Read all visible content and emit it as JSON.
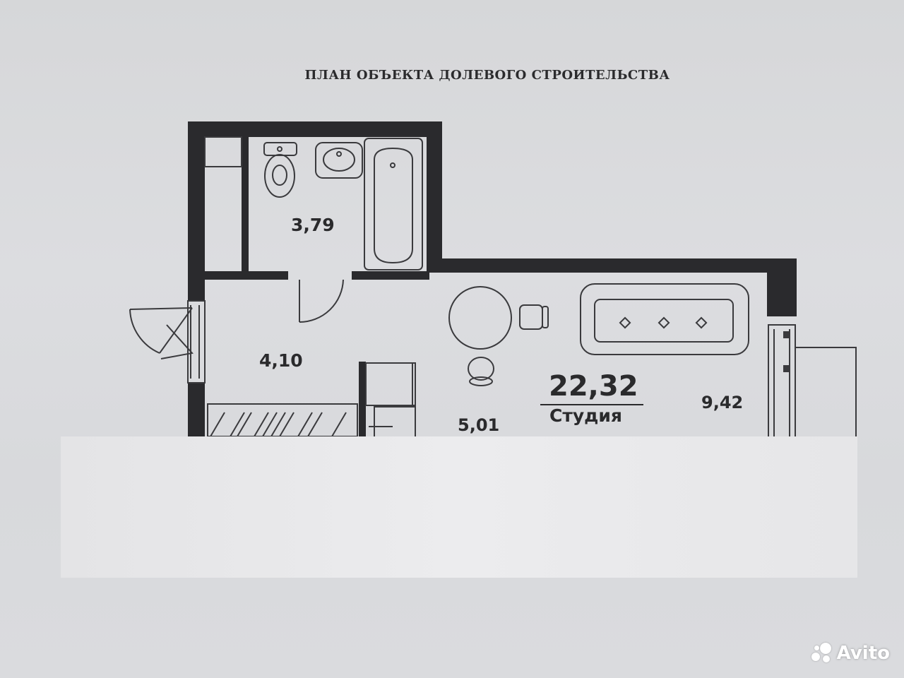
{
  "document": {
    "title": "ПЛАН ОБЪЕКТА ДОЛЕВОГО СТРОИТЕЛЬСТВА"
  },
  "plan": {
    "bathroom_area": "3,79",
    "hallway_area": "4,10",
    "total_area": "22,32",
    "apartment_type": "Студия",
    "loggia_area": "9,42",
    "wardrobe_area": "5,01"
  },
  "watermark": {
    "text": "Avito"
  },
  "colors": {
    "wall": "#2a2a2d",
    "line": "#3a3a3d",
    "paper": "#d9dadc"
  }
}
